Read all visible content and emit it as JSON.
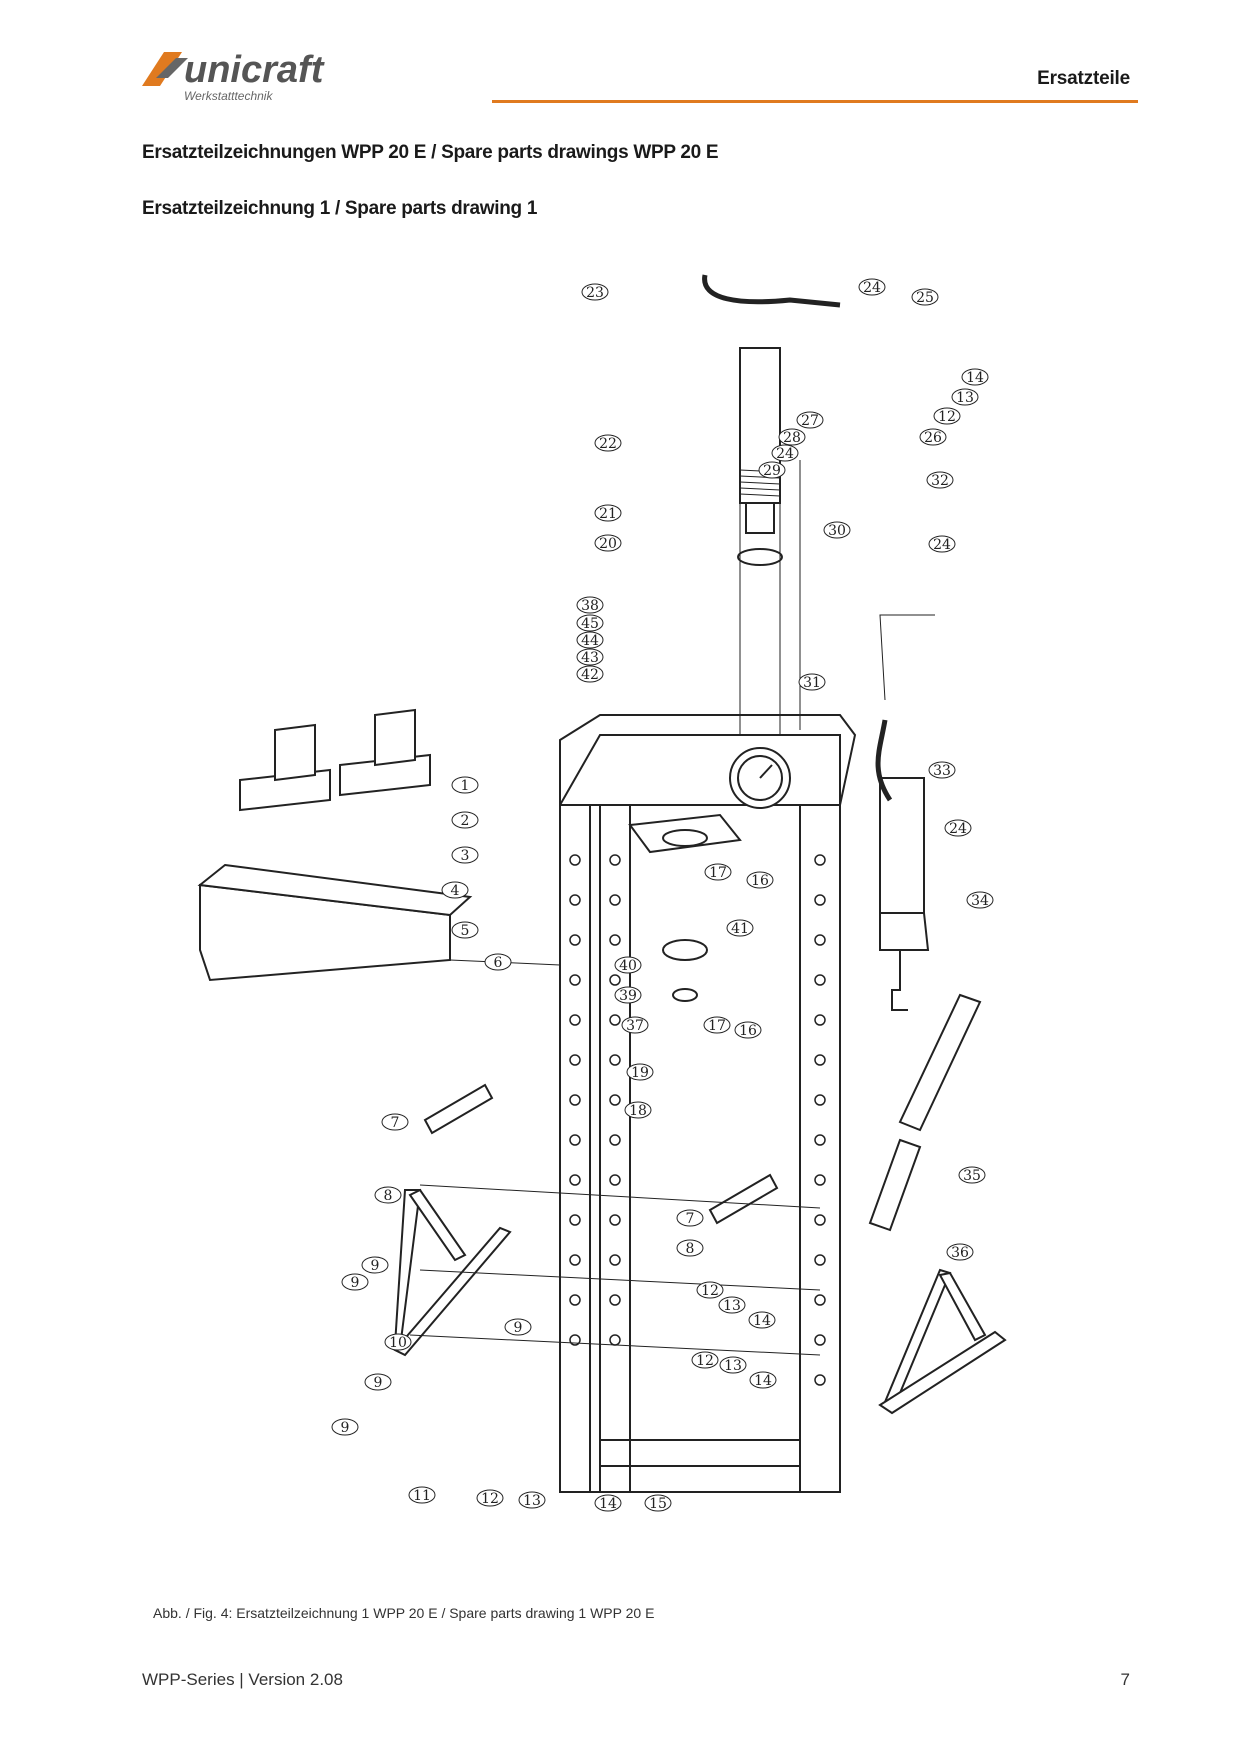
{
  "header": {
    "brand_name": "unicraft",
    "brand_sub": "Werkstatttechnik",
    "section_title": "Ersatzteile",
    "accent_color": "#e07a1f"
  },
  "headings": {
    "main": "Ersatzteilzeichnungen WPP 20 E / Spare parts drawings WPP 20 E",
    "sub": "Ersatzteilzeichnung 1 / Spare parts drawing 1"
  },
  "drawing": {
    "part_labels": [
      "23",
      "24",
      "25",
      "14",
      "13",
      "12",
      "26",
      "27",
      "28",
      "24",
      "29",
      "30",
      "32",
      "24",
      "22",
      "21",
      "20",
      "38",
      "45",
      "44",
      "43",
      "42",
      "31",
      "33",
      "24",
      "34",
      "1",
      "2",
      "3",
      "4",
      "5",
      "6",
      "17",
      "16",
      "41",
      "40",
      "39",
      "37",
      "17",
      "16",
      "19",
      "18",
      "7",
      "8",
      "35",
      "36",
      "7",
      "8",
      "9",
      "9",
      "9",
      "10",
      "9",
      "12",
      "13",
      "14",
      "12",
      "13",
      "14",
      "9",
      "11",
      "12",
      "13",
      "14",
      "15"
    ]
  },
  "caption": "Abb. / Fig. 4: Ersatzteilzeichnung 1 WPP 20 E / Spare parts drawing 1 WPP 20 E",
  "footer": {
    "left": "WPP-Series | Version 2.08",
    "page_number": "7"
  }
}
